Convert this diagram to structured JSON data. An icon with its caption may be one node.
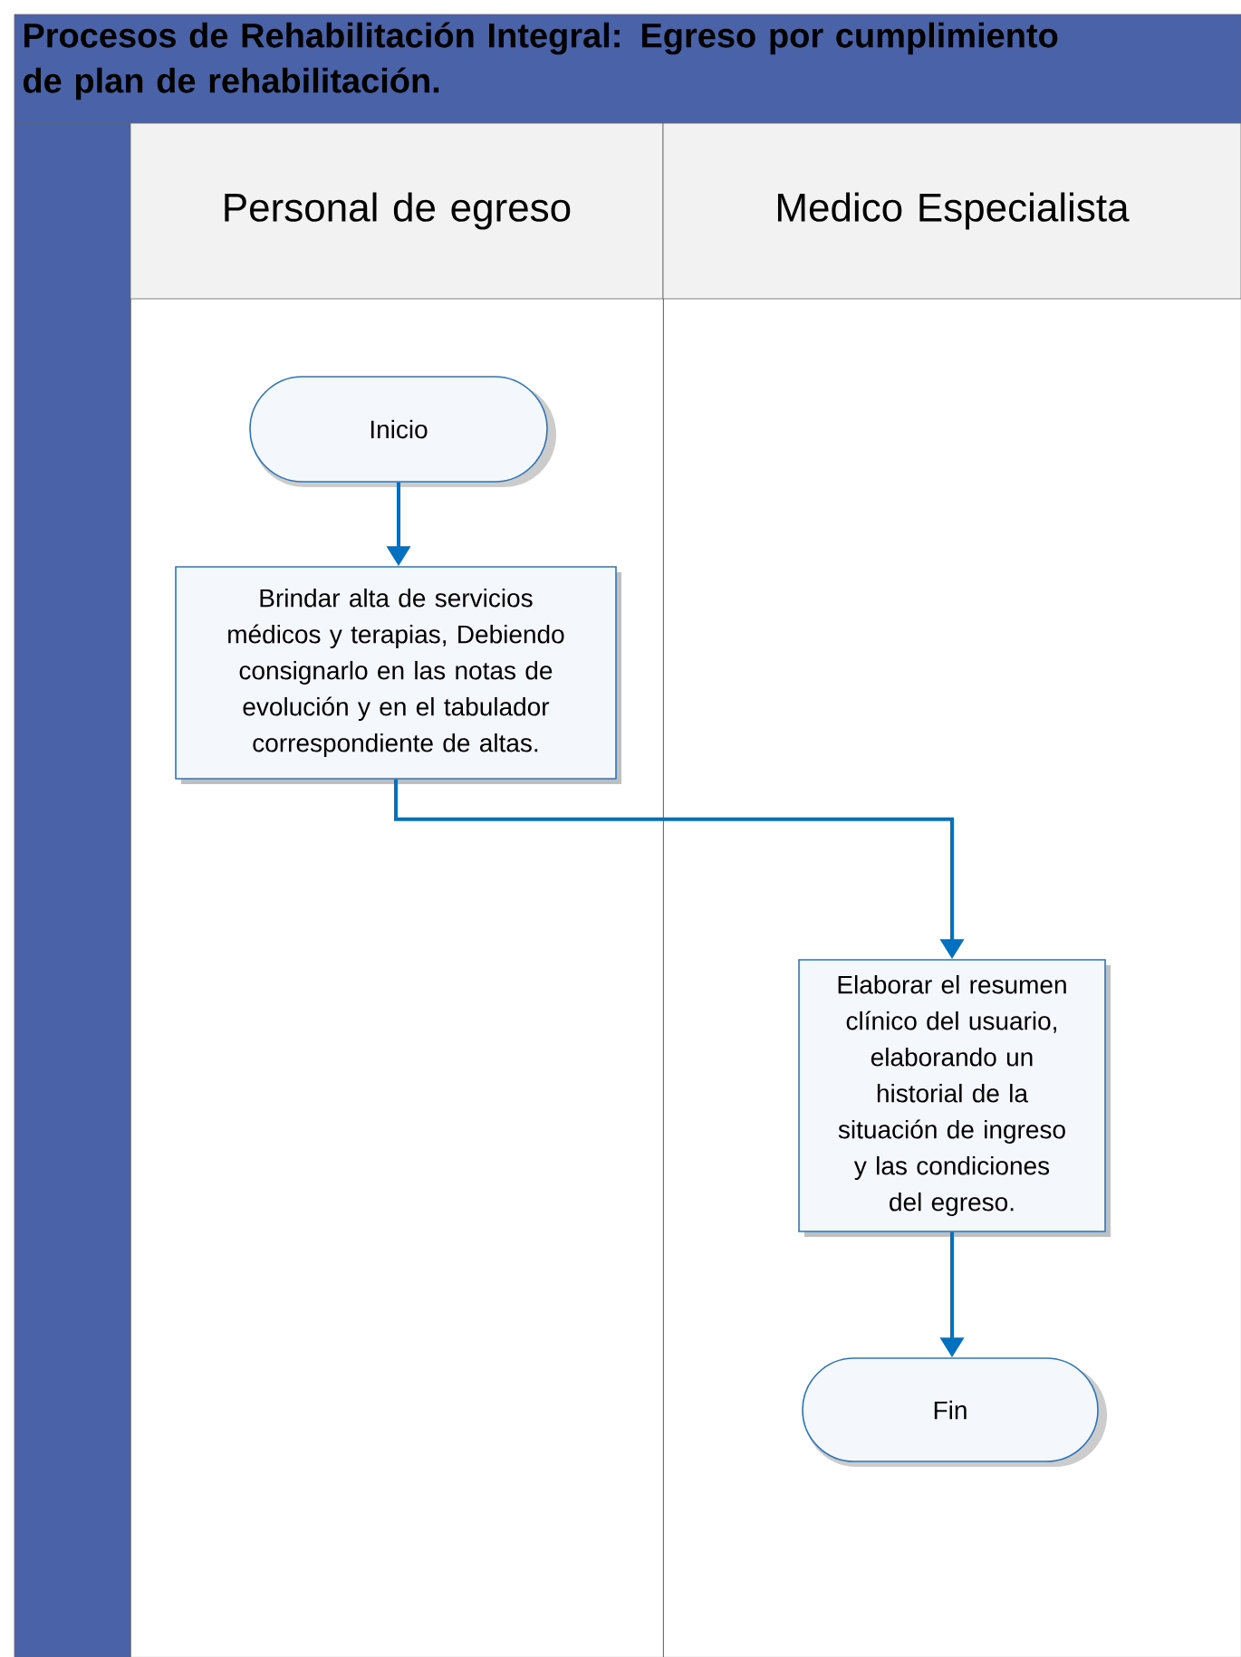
{
  "diagram": {
    "title": "Procesos de Rehabilitación Integral: Egreso por cumplimiento de plan de rehabilitación.",
    "nodes": [
      {
        "text": [
          "Personal de egreso"
        ]
      },
      {
        "text": [
          "Medico Especialista"
        ]
      },
      {
        "text": [
          "Inicio"
        ],
        "in": 0
      },
      {
        "text": [
          "Brindar alta de servicios médicos y terapias, Debiendo consignarlo en las notas de evolución y en el tabulador correspondiente de altas."
        ],
        "in": 0
      },
      {
        "text": [
          "Elaborar el resumen clínico del usuario, elaborando un historial de la situación de ingreso y las condiciones del egreso."
        ],
        "in": 1
      },
      {
        "text": [
          "Fin"
        ],
        "in": 1
      }
    ],
    "edges": [
      {
        "from": 2,
        "to": 3,
        "arrow": "to"
      },
      {
        "from": 3,
        "to": 4,
        "arrow": "to"
      },
      {
        "from": 4,
        "to": 5,
        "arrow": "to"
      }
    ]
  }
}
